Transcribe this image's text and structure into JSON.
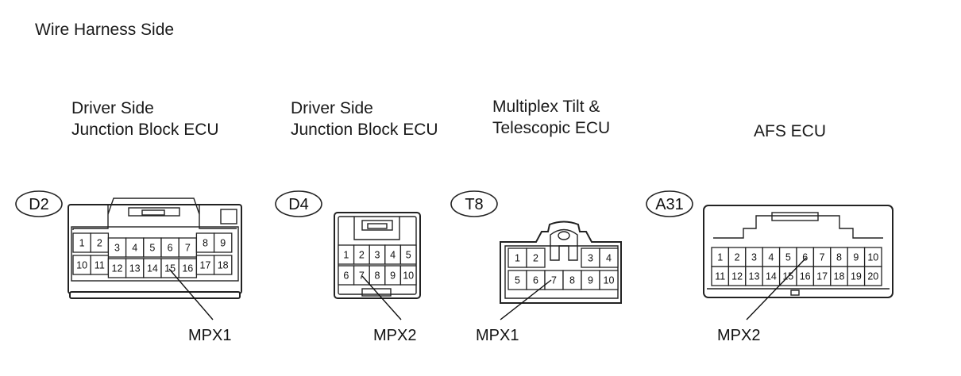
{
  "header": {
    "title": "Wire Harness Side"
  },
  "connectors": [
    {
      "id": "D2",
      "name_lines": [
        "Driver Side",
        "Junction Block ECU"
      ],
      "rows": [
        [
          "1",
          "2",
          "3",
          "4",
          "5",
          "6",
          "7",
          "8",
          "9"
        ],
        [
          "10",
          "11",
          "12",
          "13",
          "14",
          "15",
          "16",
          "17",
          "18"
        ]
      ],
      "callout_label": "MPX1",
      "callout_pin": "15"
    },
    {
      "id": "D4",
      "name_lines": [
        "Driver Side",
        "Junction Block ECU"
      ],
      "rows": [
        [
          "1",
          "2",
          "3",
          "4",
          "5"
        ],
        [
          "6",
          "7",
          "8",
          "9",
          "10"
        ]
      ],
      "callout_label": "MPX2",
      "callout_pin": "7"
    },
    {
      "id": "T8",
      "name_lines": [
        "Multiplex Tilt &",
        "Telescopic ECU"
      ],
      "rows": [
        [
          "1",
          "2",
          "3",
          "4"
        ],
        [
          "5",
          "6",
          "7",
          "8",
          "9",
          "10"
        ]
      ],
      "callout_label": "MPX1",
      "callout_pin": "7"
    },
    {
      "id": "A31",
      "name_lines": [
        "AFS ECU"
      ],
      "rows": [
        [
          "1",
          "2",
          "3",
          "4",
          "5",
          "6",
          "7",
          "8",
          "9",
          "10"
        ],
        [
          "11",
          "12",
          "13",
          "14",
          "15",
          "16",
          "17",
          "18",
          "19",
          "20"
        ]
      ],
      "callout_label": "MPX2",
      "callout_pin": "6"
    }
  ]
}
